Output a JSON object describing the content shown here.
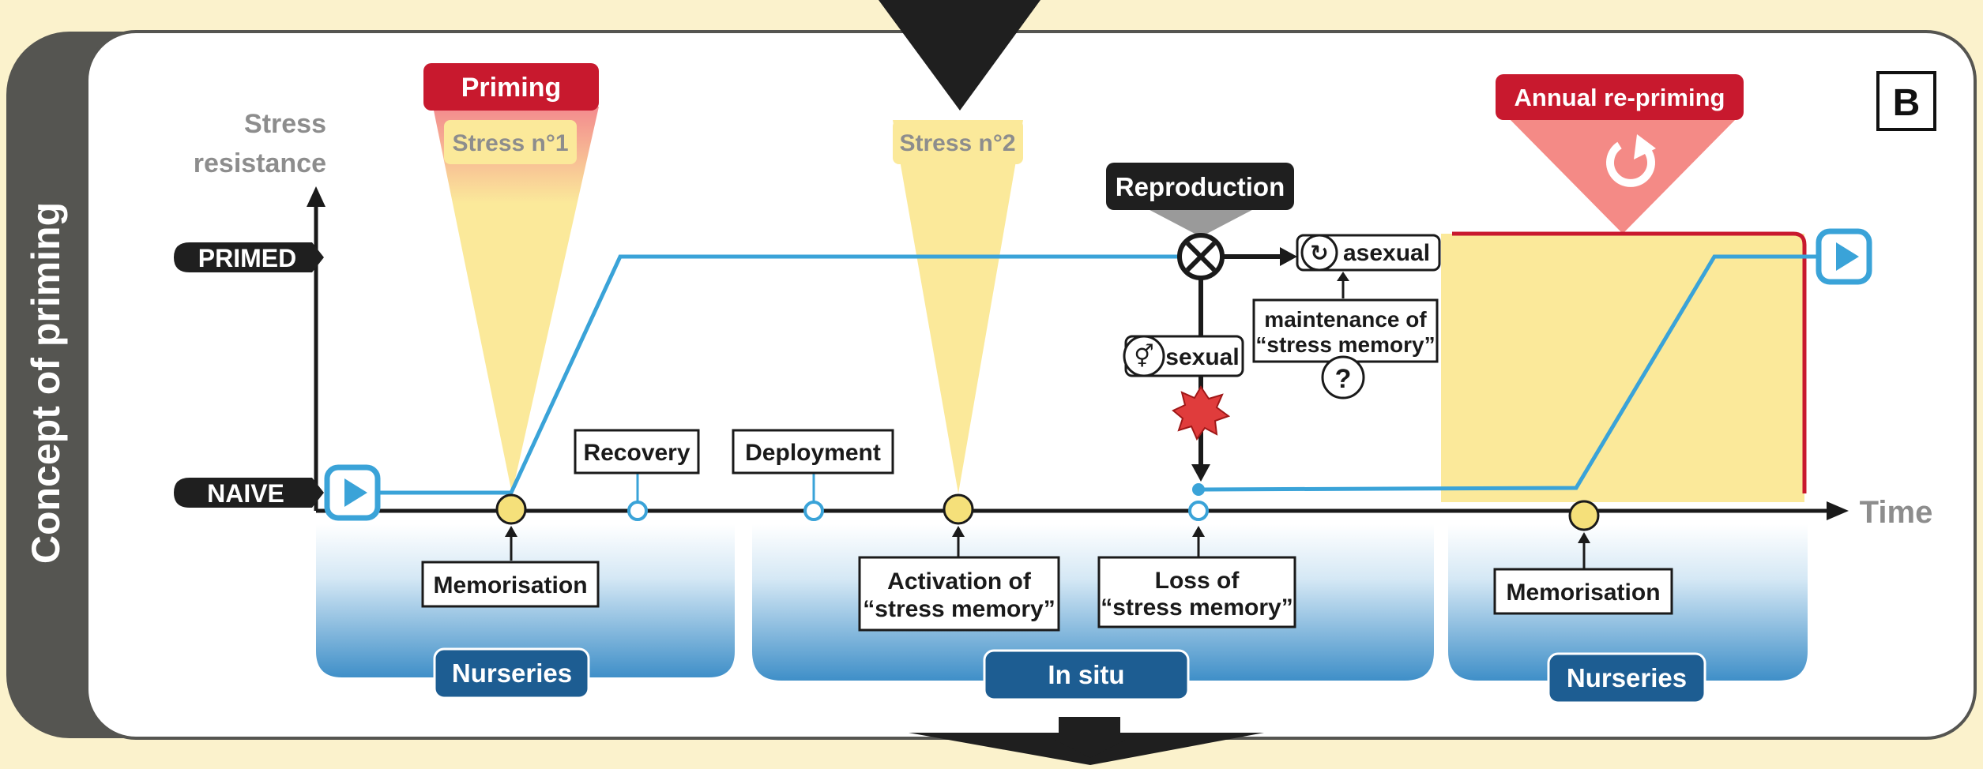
{
  "panel": {
    "side_title": "Concept of priming",
    "letter": "B"
  },
  "axis": {
    "y_label_line1": "Stress",
    "y_label_line2": "resistance",
    "x_label": "Time",
    "level_primed": "PRIMED",
    "level_naive": "NAIVE"
  },
  "banners": {
    "priming": "Priming",
    "annual_repriming": "Annual re-priming",
    "reproduction": "Reproduction"
  },
  "stress_labels": {
    "stress1": "Stress n°1",
    "stress2": "Stress n°2"
  },
  "reproduction": {
    "asexual": "asexual",
    "sexual": "sexual",
    "maintenance_line1": "maintenance of",
    "maintenance_line2": "“stress memory”",
    "question": "?"
  },
  "events": {
    "memorisation_1": "Memorisation",
    "recovery": "Recovery",
    "deployment": "Deployment",
    "activation_line1": "Activation of",
    "activation_line2": "“stress memory”",
    "loss_line1": "Loss of",
    "loss_line2": "“stress memory”",
    "memorisation_2": "Memorisation"
  },
  "phases": {
    "nurseries_1": "Nurseries",
    "in_situ": "In situ",
    "nurseries_2": "Nurseries"
  },
  "colors": {
    "resistance_line": "#3aa3d8",
    "banner_red": "#c8192e",
    "cone_yellow": "#fbe99a",
    "phase_blue": "#1d5d92",
    "axis": "#1a1a1a"
  }
}
